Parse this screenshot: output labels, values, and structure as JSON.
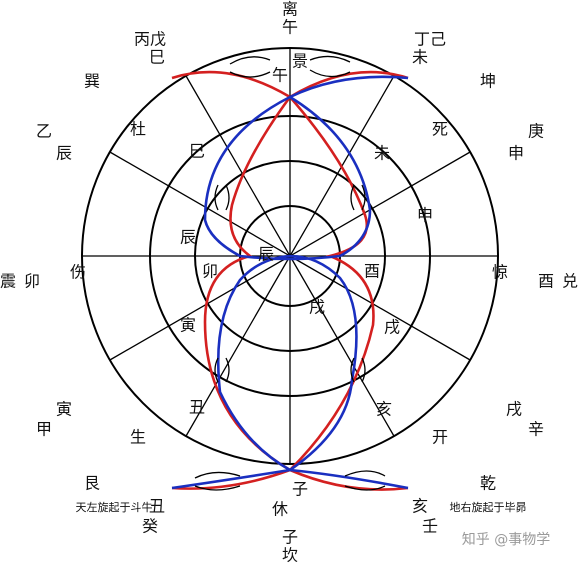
{
  "colors": {
    "red_curve": "#d42020",
    "blue_curve": "#1a2fc0",
    "lines": "#000000",
    "watermark": "#9a9a9a"
  },
  "outer_labels": {
    "top_li_wu": [
      "离",
      "午"
    ],
    "top_bing_wu_si": [
      "丙戊",
      "巳"
    ],
    "top_ding_ji_wei": [
      "丁己",
      "未"
    ],
    "xun": "巽",
    "kun": "坤",
    "yi_chen": [
      "乙",
      "辰"
    ],
    "geng_shen": [
      "庚",
      "申"
    ],
    "zhen_mao": [
      "震",
      "卯"
    ],
    "xi_dui": [
      "酉",
      "兑"
    ],
    "jia_yin": [
      "寅",
      "甲"
    ],
    "xu_xin": [
      "戌",
      "辛"
    ],
    "gen": "艮",
    "qian": "乾",
    "chou_gui": [
      "丑",
      "癸"
    ],
    "hai_ren": [
      "亥",
      "壬"
    ],
    "bottom_zi_kan": [
      "子",
      "坎"
    ]
  },
  "doors": {
    "jing": "景",
    "si": "死",
    "jing2": "惊",
    "kai": "开",
    "xiu": "休",
    "sheng": "生",
    "shang": "伤",
    "du": "杜"
  },
  "ring_branches": {
    "wu": "午",
    "si": "巳",
    "wei": "未",
    "shen": "申",
    "chen": "辰",
    "mao": "卯",
    "you": "酉",
    "yin": "寅",
    "xu": "戌",
    "chou": "丑",
    "hai": "亥",
    "zi": "子",
    "inner_chen": "辰",
    "inner_xu": "戌"
  },
  "captions": {
    "left": "天左旋起于斗牛",
    "right": "地右旋起于毕昴"
  },
  "watermark": "知乎 @事物学"
}
